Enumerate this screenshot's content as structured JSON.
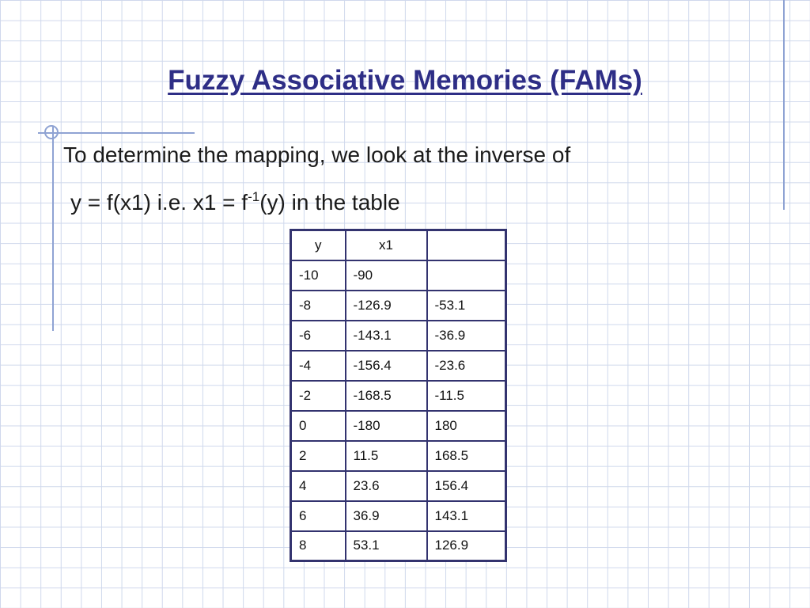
{
  "slide": {
    "title": "Fuzzy Associative Memories (FAMs)",
    "line1": "To determine the mapping, we look at the inverse of",
    "line2_a": "y = f(x1) i.e. x1 = f",
    "line2_sup": "-1",
    "line2_b": "(y) in the table"
  },
  "table": {
    "headers": [
      "y",
      "x1",
      ""
    ],
    "rows": [
      [
        "-10",
        "-90",
        ""
      ],
      [
        "-8",
        "-126.9",
        "-53.1"
      ],
      [
        "-6",
        "-143.1",
        "-36.9"
      ],
      [
        "-4",
        "-156.4",
        "-23.6"
      ],
      [
        "-2",
        "-168.5",
        "-11.5"
      ],
      [
        "0",
        "-180",
        "180"
      ],
      [
        "2",
        "11.5",
        "168.5"
      ],
      [
        "4",
        "23.6",
        "156.4"
      ],
      [
        "6",
        "36.9",
        "143.1"
      ],
      [
        "8",
        "53.1",
        "126.9"
      ]
    ]
  },
  "colors": {
    "title": "#2e2e86",
    "grid": "#cfd8ec",
    "accent_line": "#8fa3d3",
    "table_border": "#33336f"
  }
}
